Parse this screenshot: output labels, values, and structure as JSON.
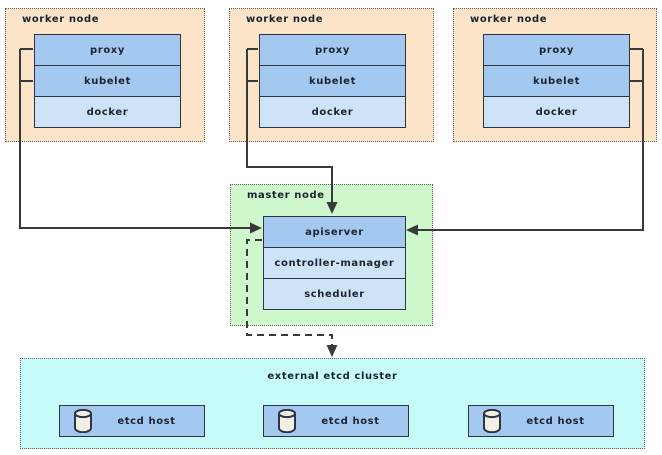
{
  "colors": {
    "worker-bg": "#fbe4c7",
    "master-bg": "#cff8cc",
    "etcd-bg": "#c7fbfa",
    "comp-blue": "#a3c9f1",
    "comp-light-blue": "#cfe3f8",
    "box-border": "#2e3440",
    "outer-border": "#606060",
    "line": "#3a3a3a",
    "text": "#1c2230",
    "cylinder-fill": "#f2efe7"
  },
  "workers": [
    {
      "title": "worker node",
      "components": [
        "proxy",
        "kubelet",
        "docker"
      ]
    },
    {
      "title": "worker node",
      "components": [
        "proxy",
        "kubelet",
        "docker"
      ]
    },
    {
      "title": "worker node",
      "components": [
        "proxy",
        "kubelet",
        "docker"
      ]
    }
  ],
  "master": {
    "title": "master node",
    "components": [
      "apiserver",
      "controller-manager",
      "scheduler"
    ]
  },
  "etcd": {
    "title": "external etcd cluster",
    "icon": "database-cylinder-icon",
    "hosts": [
      "etcd host",
      "etcd host",
      "etcd host"
    ]
  }
}
